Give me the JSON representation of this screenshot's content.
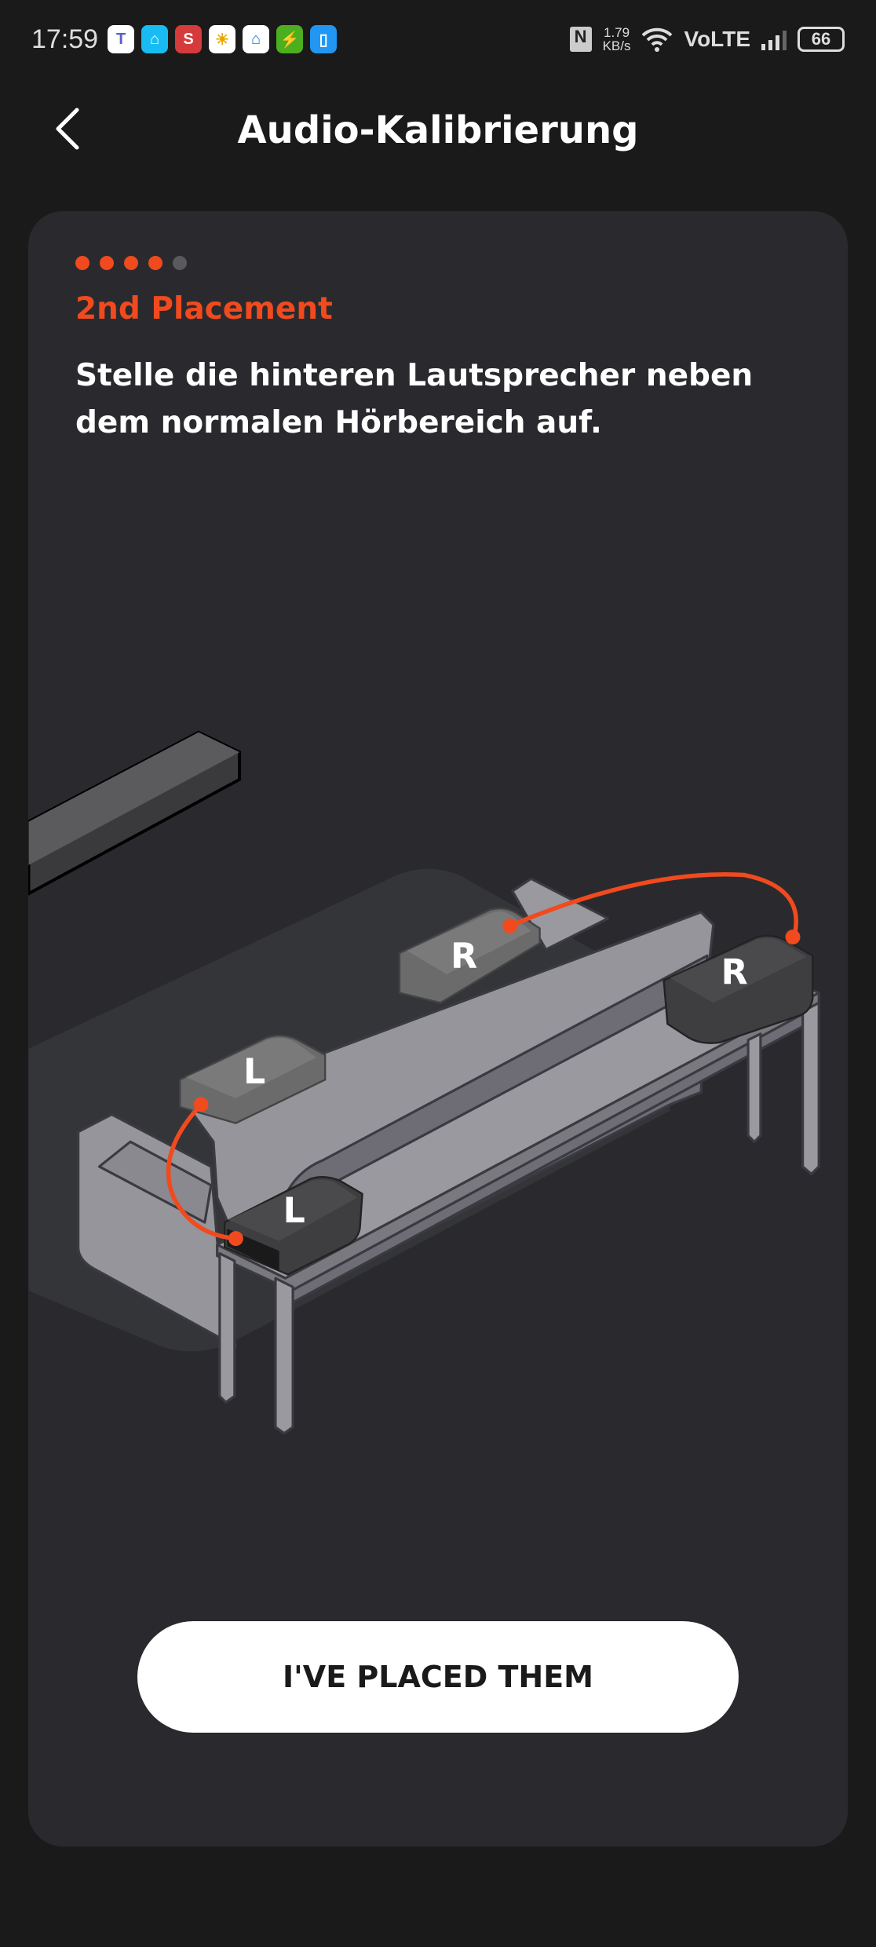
{
  "status_bar": {
    "time": "17:59",
    "apps": [
      {
        "name": "teams-icon",
        "color": "#ffffff",
        "glyph": "T",
        "fg": "#5b5fc7"
      },
      {
        "name": "home-assistant-icon",
        "color": "#18bcf2",
        "glyph": "⌂",
        "fg": "#fff"
      },
      {
        "name": "s-app-icon",
        "color": "#d63b3b",
        "glyph": "S",
        "fg": "#fff"
      },
      {
        "name": "weather-icon",
        "color": "#ffffff",
        "glyph": "☀",
        "fg": "#e6a700"
      },
      {
        "name": "router-app-icon",
        "color": "#ffffff",
        "glyph": "⌂",
        "fg": "#1a73e8"
      },
      {
        "name": "security-icon",
        "color": "#4caf20",
        "glyph": "⚡",
        "fg": "#fff"
      },
      {
        "name": "battery-app-icon",
        "color": "#2196f3",
        "glyph": "▯",
        "fg": "#fff"
      }
    ],
    "nfc": "N",
    "speed_value": "1.79",
    "speed_unit": "KB/s",
    "network": "VoLTE",
    "battery": "66"
  },
  "header": {
    "title": "Audio-Kalibrierung"
  },
  "progress": {
    "total": 5,
    "current": 4,
    "active_color": "#f04a1e",
    "inactive_color": "#5a5a5e"
  },
  "step": {
    "label": "2nd Placement",
    "description": "Stelle die hinteren Lautsprecher neben dem normalen Hörbereich auf."
  },
  "illustration": {
    "speaker_left": "L",
    "speaker_right": "R",
    "cable_color": "#f04a1e"
  },
  "button": {
    "label": "I'VE PLACED THEM"
  }
}
